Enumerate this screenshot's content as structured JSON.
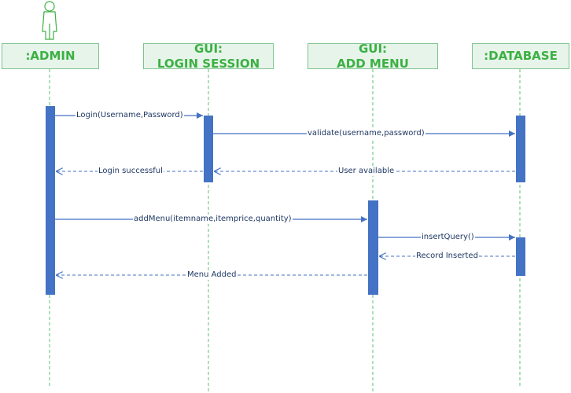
{
  "diagram": {
    "type": "sequence",
    "colors": {
      "lifeline_stroke": "#5cbf7a",
      "header_border": "#7dc48e",
      "header_fill": "#e7f4ea",
      "header_text": "#3cb043",
      "activation_fill": "#4472c4",
      "message_stroke": "#4472c4",
      "label_text": "#1f3864"
    },
    "actor_icon": "stick-figure-actor-icon",
    "participants": [
      {
        "id": "admin",
        "line1": ":ADMIN",
        "line2": ""
      },
      {
        "id": "login",
        "line1": "GUI:",
        "line2": "LOGIN SESSION"
      },
      {
        "id": "menu",
        "line1": "GUI:",
        "line2": "ADD MENU"
      },
      {
        "id": "db",
        "line1": ":DATABASE",
        "line2": ""
      }
    ],
    "messages": [
      {
        "from": "admin",
        "to": "login",
        "label": "Login(Username,Password)",
        "style": "solid"
      },
      {
        "from": "login",
        "to": "db",
        "label": "validate(username,password)",
        "style": "solid"
      },
      {
        "from": "login",
        "to": "admin",
        "label": "Login successful",
        "style": "dashed"
      },
      {
        "from": "db",
        "to": "login",
        "label": "User available",
        "style": "dashed"
      },
      {
        "from": "admin",
        "to": "menu",
        "label": "addMenu(itemname,itemprice,quantity)",
        "style": "solid"
      },
      {
        "from": "menu",
        "to": "db",
        "label": "insertQuery()",
        "style": "solid"
      },
      {
        "from": "db",
        "to": "menu",
        "label": "Record Inserted",
        "style": "dashed"
      },
      {
        "from": "menu",
        "to": "admin",
        "label": "Menu Added",
        "style": "dashed"
      }
    ]
  }
}
